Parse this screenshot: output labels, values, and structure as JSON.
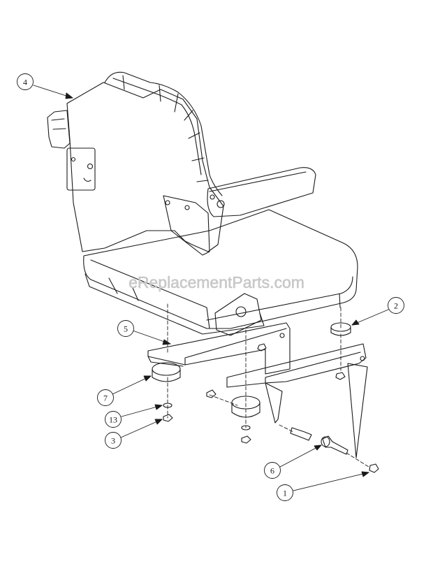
{
  "watermark": "eReplacementParts.com",
  "callouts": {
    "c1": "1",
    "c2": "2",
    "c3": "3",
    "c4": "4",
    "c5": "5",
    "c6": "6",
    "c7": "7",
    "c13": "13"
  },
  "colors": {
    "line": "#1a1a1a",
    "watermark": "#c8c8c8",
    "background": "#ffffff"
  }
}
